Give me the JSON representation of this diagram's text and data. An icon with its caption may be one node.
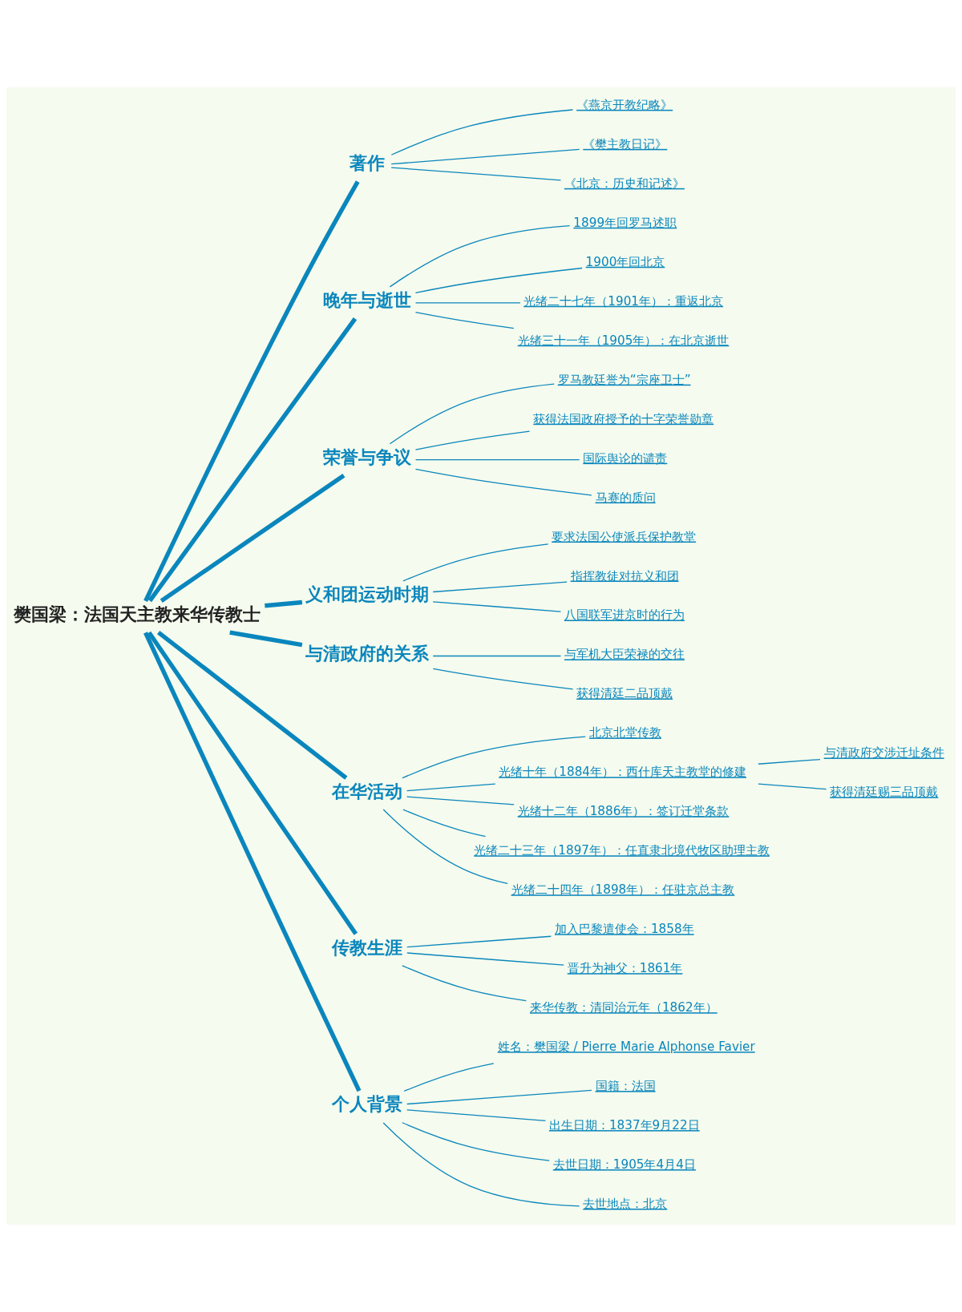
{
  "diagram": {
    "nodes": [
      {
        "text": [
          "著作"
        ]
      },
      {
        "text": [
          "《燕京开教纪略》"
        ]
      },
      {
        "text": [
          "《樊主教日记》"
        ]
      },
      {
        "text": [
          "《北京：历史和记述》"
        ]
      },
      {
        "text": [
          "晚年与逝世"
        ]
      },
      {
        "text": [
          "1899年回罗马述职"
        ]
      },
      {
        "text": [
          "1900年回北京"
        ]
      },
      {
        "text": [
          "光绪二十七年（1901年）：重返北京"
        ]
      },
      {
        "text": [
          "光绪三十一年（1905年）：在北京逝世"
        ]
      },
      {
        "text": [
          "荣誉与争议"
        ]
      },
      {
        "text": [
          "罗马教廷誉为“宗座卫士”"
        ]
      },
      {
        "text": [
          "获得法国政府授予的十字荣誉勋章"
        ]
      },
      {
        "text": [
          "国际舆论的谴责"
        ]
      },
      {
        "text": [
          "马赛的质问"
        ]
      },
      {
        "text": [
          "义和团运动时期"
        ]
      },
      {
        "text": [
          "要求法国公使派兵保护教堂"
        ]
      },
      {
        "text": [
          "指挥教徒对抗义和团"
        ]
      },
      {
        "text": [
          "八国联军进京时的行为"
        ]
      },
      {
        "text": [
          "与清政府的关系"
        ]
      },
      {
        "text": [
          "与军机大臣荣禄的交往"
        ]
      },
      {
        "text": [
          "获得清廷二品顶戴"
        ]
      },
      {
        "text": [
          "在华活动"
        ]
      },
      {
        "text": [
          "北京北堂传教"
        ]
      },
      {
        "text": [
          "光绪十年（1884年）：西什库天主教堂的修建"
        ]
      },
      {
        "text": [
          "与清政府交涉迁址条件"
        ]
      },
      {
        "text": [
          "获得清廷赐三品顶戴"
        ]
      },
      {
        "text": [
          "光绪十二年（1886年）：签订迁堂条款"
        ]
      },
      {
        "text": [
          "光绪二十三年（1897年）：任直隶北境代牧区助理主教"
        ]
      },
      {
        "text": [
          "光绪二十四年（1898年）：任驻京总主教"
        ]
      },
      {
        "text": [
          "传教生涯"
        ]
      },
      {
        "text": [
          "加入巴黎遣使会：1858年"
        ]
      },
      {
        "text": [
          "晋升为神父：1861年"
        ]
      },
      {
        "text": [
          "来华传教：清同治元年（1862年）"
        ]
      },
      {
        "text": [
          "个人背景"
        ]
      },
      {
        "text": [
          "姓名：樊国梁 / Pierre Marie Alphonse Favier"
        ]
      },
      {
        "text": [
          "国籍：法国"
        ]
      },
      {
        "text": [
          "出生日期：1837年9月22日"
        ]
      },
      {
        "text": [
          "去世日期：1905年4月4日"
        ]
      },
      {
        "text": [
          "去世地点：北京"
        ]
      },
      {
        "text": [
          "樊国梁：法国天主教来华传教士"
        ]
      }
    ],
    "edges": [
      {
        "from": 39,
        "to": 0,
        "arrow": "none",
        "style": "thick"
      },
      {
        "from": 39,
        "to": 4,
        "arrow": "none",
        "style": "thick"
      },
      {
        "from": 39,
        "to": 9,
        "arrow": "none",
        "style": "thick"
      },
      {
        "from": 39,
        "to": 14,
        "arrow": "none",
        "style": "thick"
      },
      {
        "from": 39,
        "to": 18,
        "arrow": "none",
        "style": "thick"
      },
      {
        "from": 39,
        "to": 21,
        "arrow": "none",
        "style": "thick"
      },
      {
        "from": 39,
        "to": 29,
        "arrow": "none",
        "style": "thick"
      },
      {
        "from": 39,
        "to": 33,
        "arrow": "none",
        "style": "thick"
      },
      {
        "from": 0,
        "to": 1,
        "arrow": "none"
      },
      {
        "from": 0,
        "to": 2,
        "arrow": "none"
      },
      {
        "from": 0,
        "to": 3,
        "arrow": "none"
      },
      {
        "from": 4,
        "to": 5,
        "arrow": "none"
      },
      {
        "from": 4,
        "to": 6,
        "arrow": "none"
      },
      {
        "from": 4,
        "to": 7,
        "arrow": "none"
      },
      {
        "from": 4,
        "to": 8,
        "arrow": "none"
      },
      {
        "from": 9,
        "to": 10,
        "arrow": "none"
      },
      {
        "from": 9,
        "to": 11,
        "arrow": "none"
      },
      {
        "from": 9,
        "to": 12,
        "arrow": "none"
      },
      {
        "from": 9,
        "to": 13,
        "arrow": "none"
      },
      {
        "from": 14,
        "to": 15,
        "arrow": "none"
      },
      {
        "from": 14,
        "to": 16,
        "arrow": "none"
      },
      {
        "from": 14,
        "to": 17,
        "arrow": "none"
      },
      {
        "from": 18,
        "to": 19,
        "arrow": "none"
      },
      {
        "from": 18,
        "to": 20,
        "arrow": "none"
      },
      {
        "from": 21,
        "to": 22,
        "arrow": "none"
      },
      {
        "from": 21,
        "to": 23,
        "arrow": "none"
      },
      {
        "from": 23,
        "to": 24,
        "arrow": "none"
      },
      {
        "from": 23,
        "to": 25,
        "arrow": "none"
      },
      {
        "from": 21,
        "to": 26,
        "arrow": "none"
      },
      {
        "from": 21,
        "to": 27,
        "arrow": "none"
      },
      {
        "from": 21,
        "to": 28,
        "arrow": "none"
      },
      {
        "from": 29,
        "to": 30,
        "arrow": "none"
      },
      {
        "from": 29,
        "to": 31,
        "arrow": "none"
      },
      {
        "from": 29,
        "to": 32,
        "arrow": "none"
      },
      {
        "from": 33,
        "to": 34,
        "arrow": "none"
      },
      {
        "from": 33,
        "to": 35,
        "arrow": "none"
      },
      {
        "from": 33,
        "to": 36,
        "arrow": "none"
      },
      {
        "from": 33,
        "to": 37,
        "arrow": "none"
      },
      {
        "from": 33,
        "to": 38,
        "arrow": "none"
      }
    ]
  }
}
